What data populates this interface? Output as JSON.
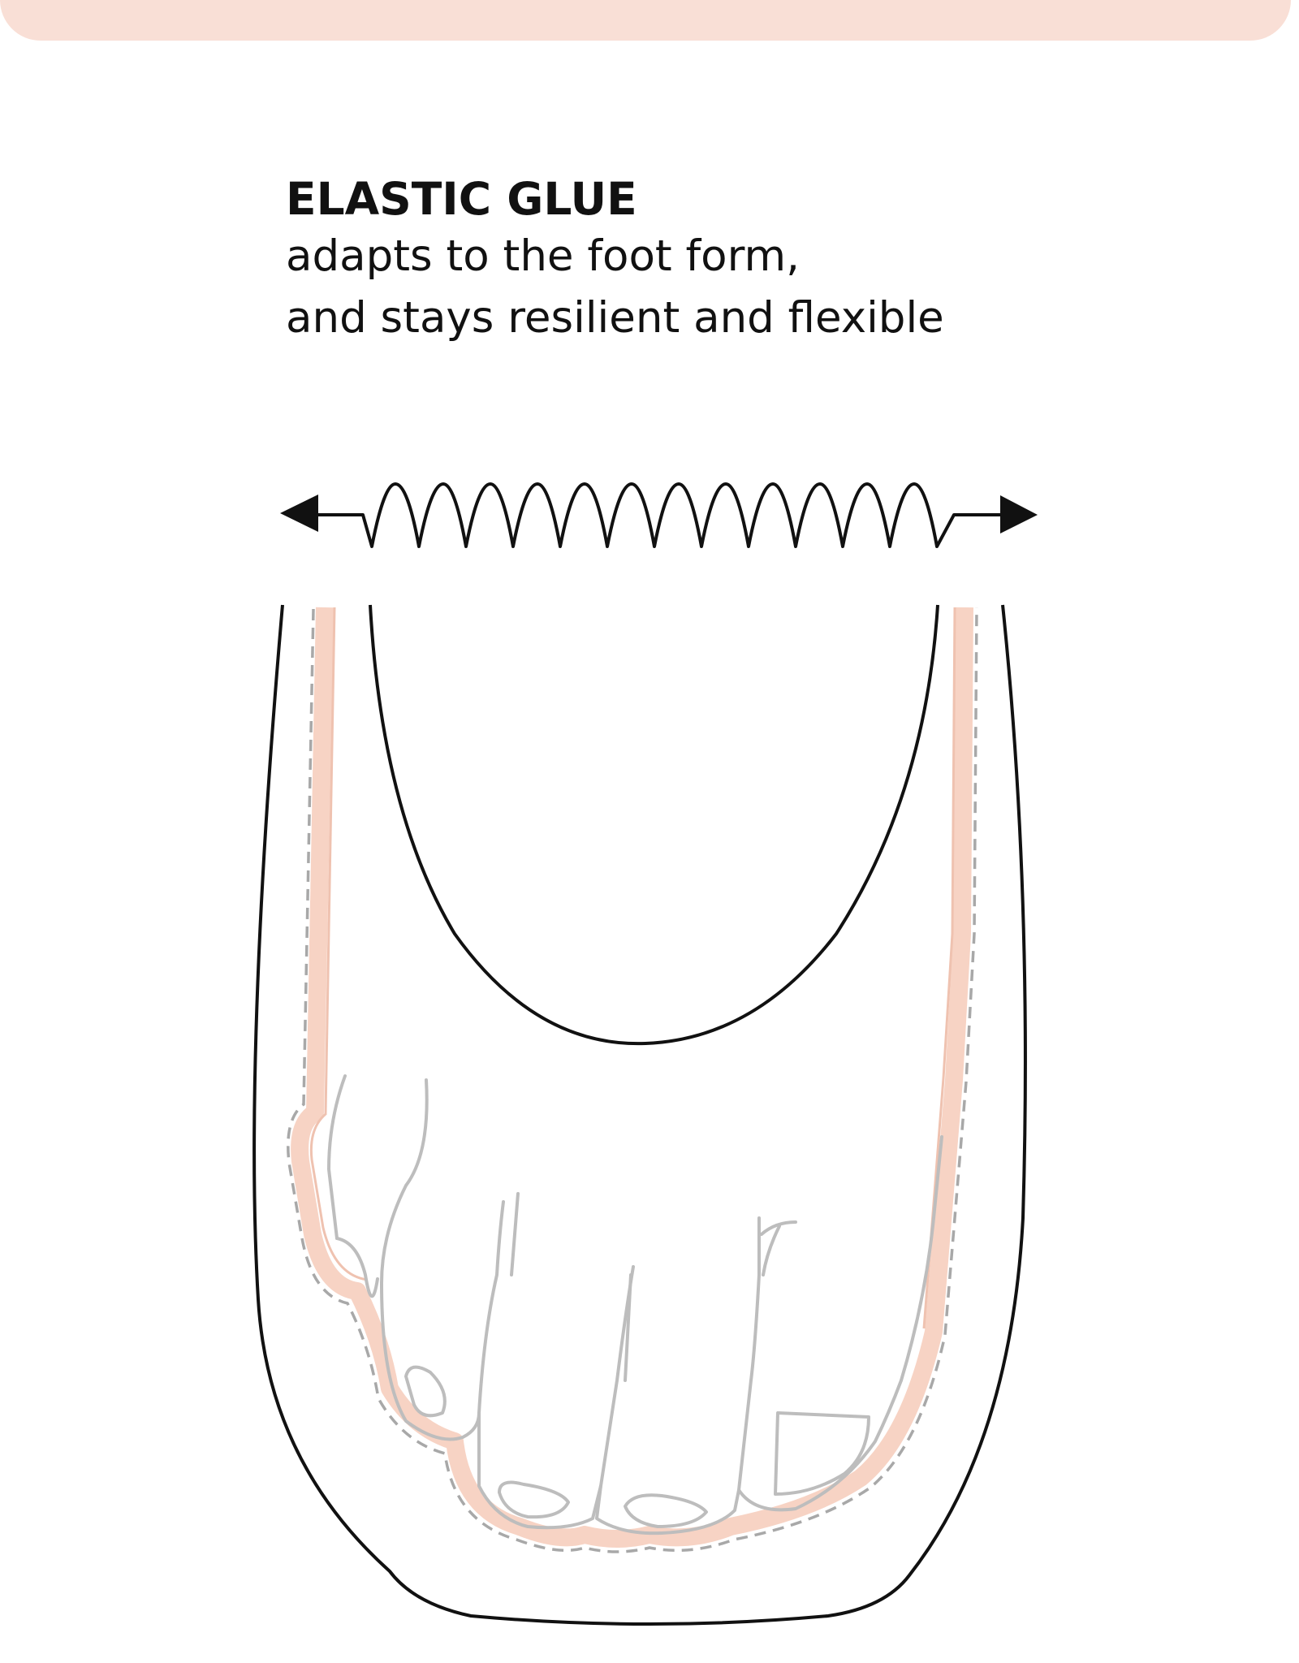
{
  "colors": {
    "accent_band": "#f9dfd6",
    "glue_layer": "#f7d3c4",
    "outline": "#111111",
    "foot_outline": "#bdbdbd",
    "dashed_line": "#a8a8a8"
  },
  "caption": {
    "title": "ELASTIC GLUE",
    "line1": "adapts to the foot form,",
    "line2": "and stays resilient and flexible"
  },
  "icons": {
    "stretch_arrow": "double-headed-spring-arrow-icon",
    "shoe": "pointe-shoe-outline",
    "foot": "toes-outline"
  }
}
